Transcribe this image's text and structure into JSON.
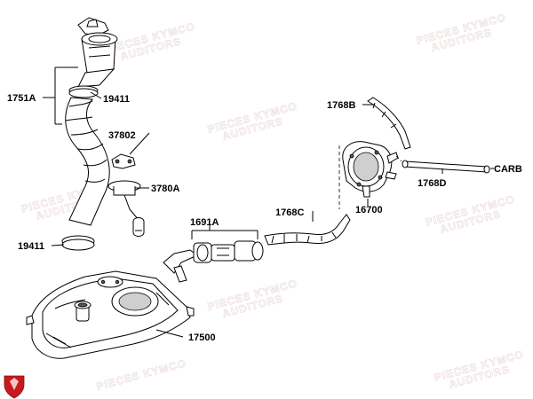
{
  "labels": {
    "p1751A": "1751A",
    "p19411_top": "19411",
    "p37802": "37802",
    "p3780A": "3780A",
    "p19411_bottom": "19411",
    "p1691A": "1691A",
    "p1768C": "1768C",
    "p1768B": "1768B",
    "p1768D": "1768D",
    "pCARB": "CARB",
    "p16700": "16700",
    "p17500": "17500"
  },
  "watermark": {
    "line1": "PIECES KYMCO",
    "line2": "AUDITORS"
  },
  "colors": {
    "line": "#000000",
    "shade": "#cfcfcf",
    "watermark": "#e8d8d8",
    "logo": "#c8191e"
  }
}
